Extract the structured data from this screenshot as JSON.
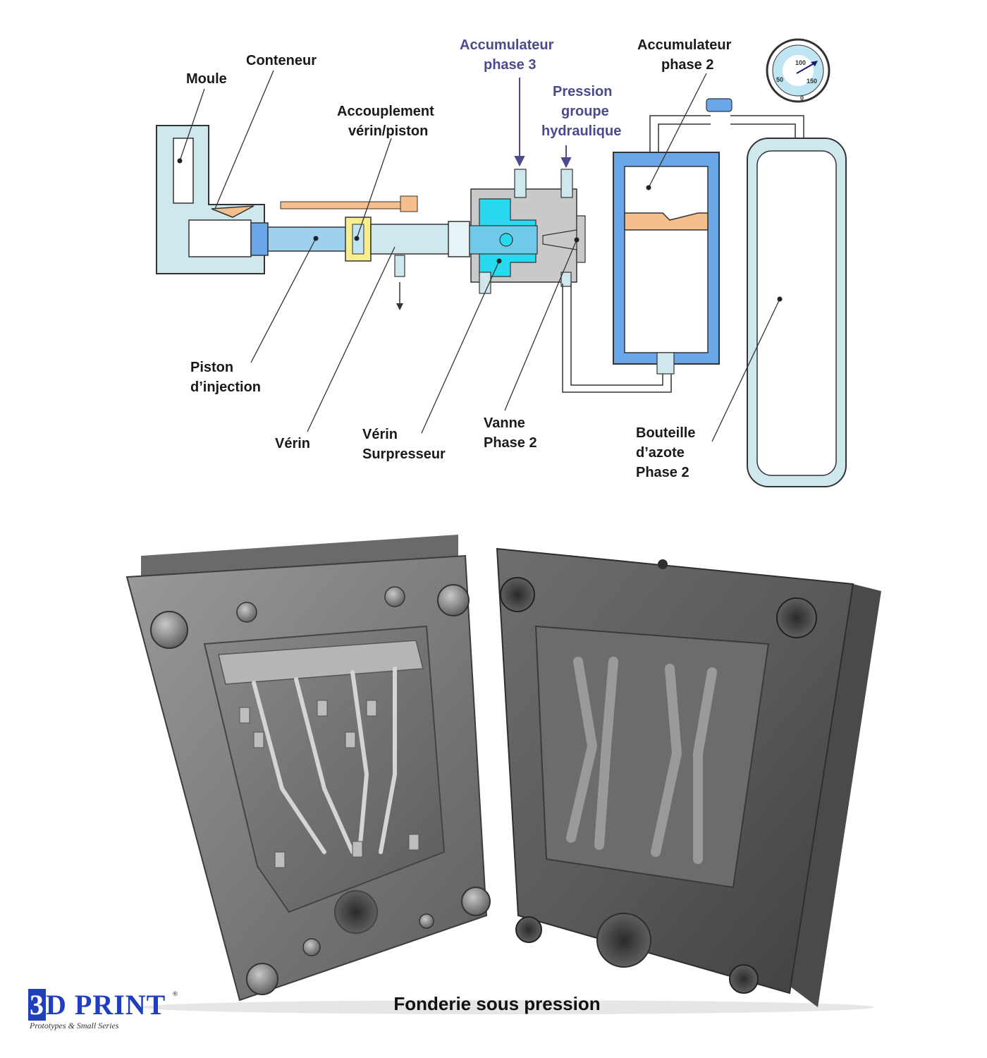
{
  "diagram": {
    "labels": {
      "moule": "Moule",
      "conteneur": "Conteneur",
      "accouplement_1": "Accouplement",
      "accouplement_2": "vérin/piston",
      "accu3_1": "Accumulateur",
      "accu3_2": "phase 3",
      "pression_1": "Pression",
      "pression_2": "groupe",
      "pression_3": "hydraulique",
      "accu2_1": "Accumulateur",
      "accu2_2": "phase 2",
      "piston_1": "Piston",
      "piston_2": "d’injection",
      "verin": "Vérin",
      "verin_surp_1": "Vérin",
      "verin_surp_2": "Surpresseur",
      "vanne_1": "Vanne",
      "vanne_2": "Phase 2",
      "bouteille_1": "Bouteille",
      "bouteille_2": "d’azote",
      "bouteille_3": "Phase 2"
    },
    "gauge": {
      "t0": "0",
      "t50": "50",
      "t100": "100",
      "t150": "150"
    },
    "colors": {
      "light_blue": "#cfe8ee",
      "medium_blue": "#6aa6e8",
      "cyan": "#29d9f0",
      "orange": "#f4bf8c",
      "yellow": "#f7ee8e",
      "gray": "#c9c9c9",
      "annotation_blue": "#4b4b8c"
    }
  },
  "photo": {
    "description_icon": "die-casting-mold-photo"
  },
  "logo": {
    "brand": "3D PRINT",
    "brand_num": "3",
    "brand_rest": "D PRINT",
    "registered": "®",
    "tagline": "Prototypes & Small Series"
  },
  "caption": "Fonderie sous pression"
}
